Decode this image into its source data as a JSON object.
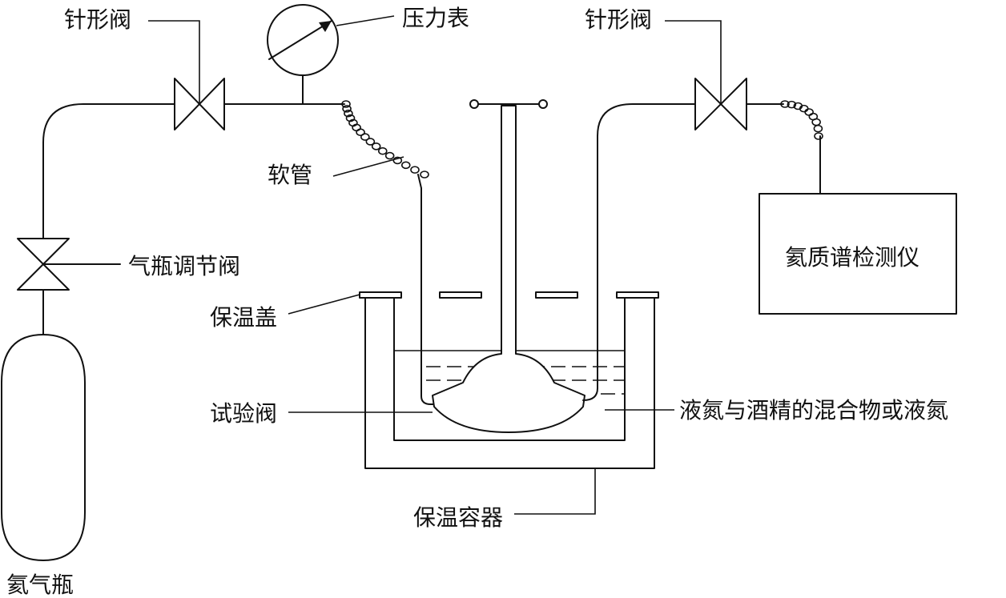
{
  "labels": {
    "needle_valve_left": "针形阀",
    "pressure_gauge": "压力表",
    "needle_valve_right": "针形阀",
    "hose": "软管",
    "cylinder_regulator": "气瓶调节阀",
    "insulating_lid": "保温盖",
    "test_valve": "试验阀",
    "mixture": "液氮与酒精的混合物或液氮",
    "insulated_container": "保温容器",
    "helium_cylinder": "氦气瓶",
    "mass_spec": "氦质谱检测仪"
  }
}
